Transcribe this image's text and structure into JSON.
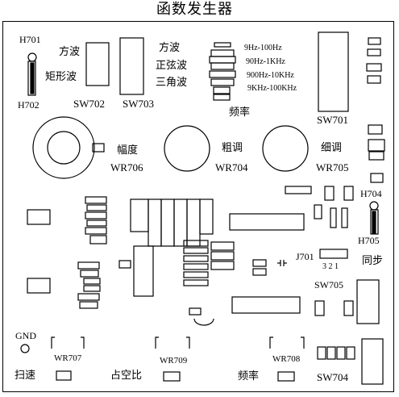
{
  "title": "函数发生器",
  "labels": {
    "h701": "H701",
    "h702": "H702",
    "square_wave": "方波",
    "rect_wave": "矩形波",
    "sw702": "SW702",
    "sw703": "SW703",
    "wave_square": "方波",
    "wave_sine": "正弦波",
    "wave_triangle": "三角波",
    "range_1": "9Hz-100Hz",
    "range_2": "90Hz-1KHz",
    "range_3": "900Hz-10KHz",
    "range_4": "9KHz-100KHz",
    "frequency_top": "频率",
    "sw701": "SW701",
    "amplitude": "幅度",
    "wr706": "WR706",
    "coarse": "粗调",
    "wr704": "WR704",
    "fine": "细调",
    "wr705": "WR705",
    "h704": "H704",
    "h705": "H705",
    "j701": "J701",
    "pins": "3 2 1",
    "sync": "同步",
    "sw705": "SW705",
    "gnd": "GND",
    "wr707": "WR707",
    "wr709": "WR709",
    "wr708": "WR708",
    "sweep": "扫速",
    "duty": "占空比",
    "frequency_bottom": "频率",
    "sw704": "SW704"
  }
}
